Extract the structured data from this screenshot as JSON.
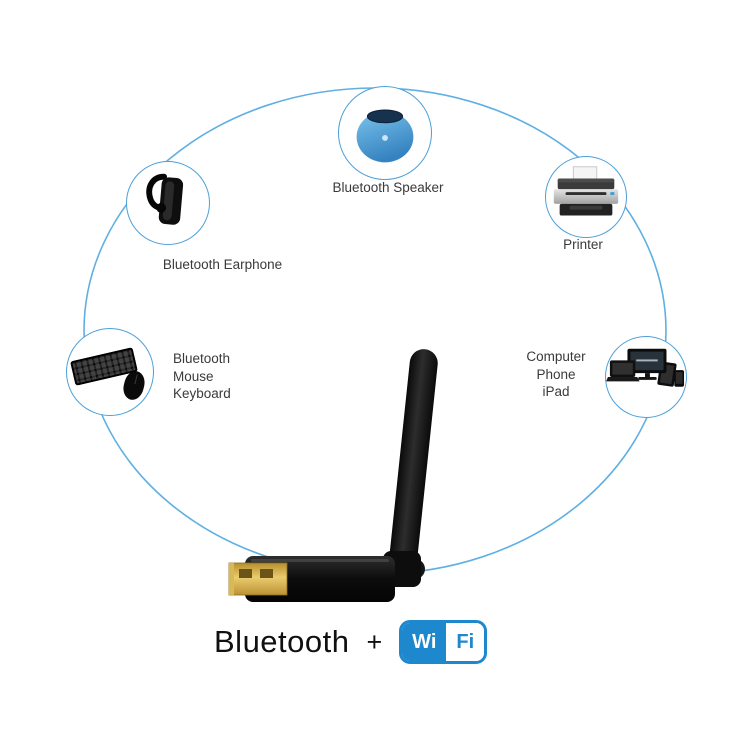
{
  "colors": {
    "accent_blue": "#4da0d8",
    "wifi_blue": "#1e88cf"
  },
  "diagram": {
    "nodes": {
      "speaker": {
        "label": "Bluetooth Speaker"
      },
      "earphone": {
        "label": "Bluetooth Earphone"
      },
      "printer": {
        "label": "Printer"
      },
      "keyboard": {
        "lines": [
          "Bluetooth",
          "Mouse",
          "Keyboard"
        ]
      },
      "devices": {
        "lines": [
          "Computer",
          "Phone",
          "iPad"
        ]
      }
    }
  },
  "footer": {
    "title": "Bluetooth",
    "plus": "+",
    "wifi": {
      "wi": "Wi",
      "fi": "Fi"
    }
  }
}
